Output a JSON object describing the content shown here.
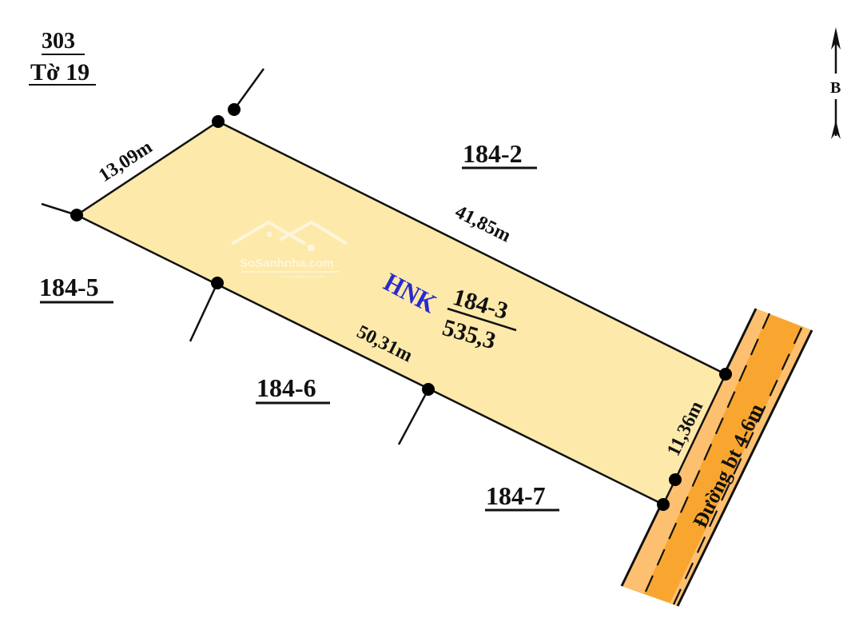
{
  "sheet": {
    "parcel_number_top": "303",
    "sheet_label": "Tờ 19"
  },
  "north_arrow": {
    "letter": "B",
    "icon": "north-arrow-icon"
  },
  "parcel": {
    "land_type": "HNK",
    "number": "184-3",
    "area": "535,3",
    "fill_color": "#fde9a9",
    "edges": {
      "northwest": "13,09m",
      "northeast": "41,85m",
      "southwest": "50,31m",
      "southeast": "11,36m"
    }
  },
  "neighbors": {
    "north": "184-2",
    "west": "184-5",
    "south": "184-6",
    "southeast": "184-7"
  },
  "road": {
    "label": "Đường bt 4-6m",
    "fill_color": "#f9a630",
    "edge_color": "#fcc070"
  },
  "watermark": {
    "brand": "SoSanhnha.com",
    "tagline": "Great choice for you",
    "icon": "house-logo-icon"
  }
}
